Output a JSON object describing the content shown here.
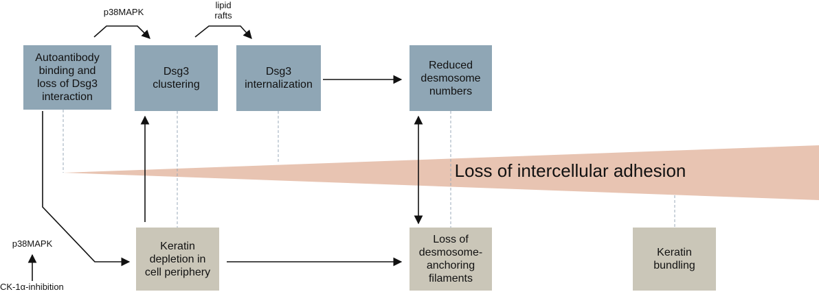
{
  "colors": {
    "upstream_box": "#8fa6b5",
    "keratin_box": "#cac6b8",
    "wedge": "#e8c4b2",
    "arrow": "#111111",
    "dashed_connector": "#9aaab8"
  },
  "nodes": {
    "autoantibody": "Autoantibody\nbinding and\nloss of Dsg3\ninteraction",
    "clustering": "Dsg3\nclustering",
    "internalization": "Dsg3\ninternalization",
    "reduced": "Reduced\ndesmosome\nnumbers",
    "keratin_depletion": "Keratin\ndepletion in\ncell periphery",
    "loss_filaments": "Loss of\ndesmosome-\nanchoring\nfilaments",
    "keratin_bundling": "Keratin\nbundling"
  },
  "labels": {
    "p38_top": "p38MAPK",
    "lipid_rafts": "lipid\nrafts",
    "p38_left": "p38MAPK",
    "ck1": "CK-1α-inhibition"
  },
  "wedge": {
    "label": "Loss of intercellular adhesion"
  }
}
